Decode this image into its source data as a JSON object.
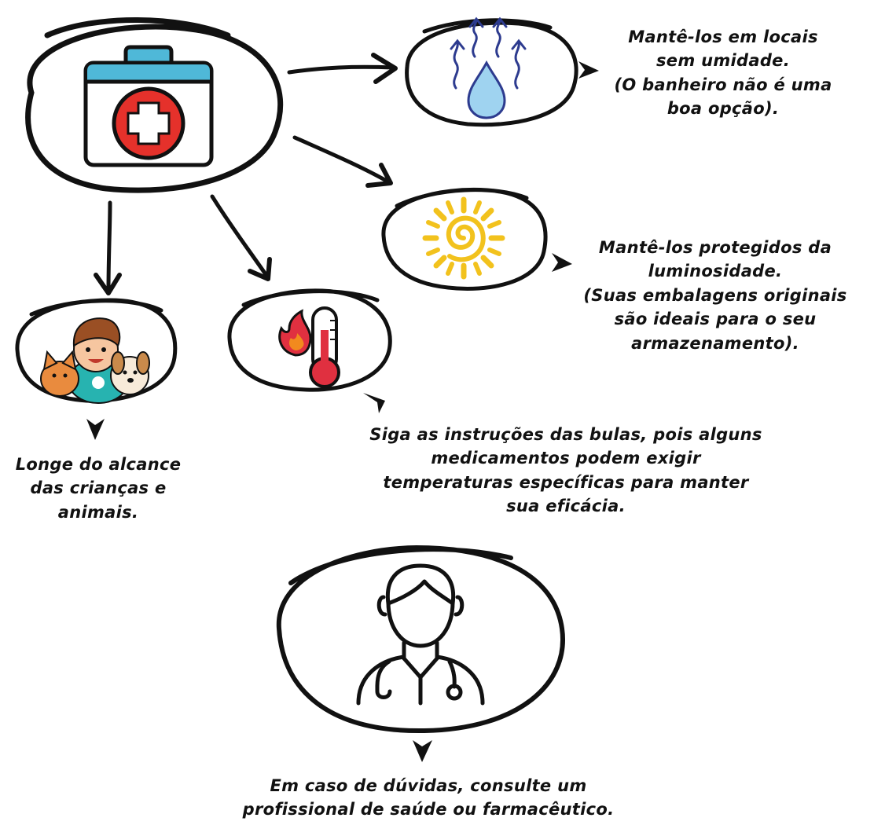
{
  "colors": {
    "ink": "#111111",
    "kit_lid": "#4fb8d8",
    "kit_cross_circle": "#e5312b",
    "water_drop": "#9fd3f0",
    "vapor_arrows": "#2d3b8f",
    "sun": "#f2c21d",
    "thermometer_red": "#e03040",
    "flame_orange": "#f28a1e"
  },
  "icons": {
    "hub": "first-aid-kit-icon",
    "humidity": "water-drop-vapor-icon",
    "light": "sun-icon",
    "children": "child-with-pets-icon",
    "temperature": "thermometer-flame-icon",
    "professional": "doctor-stethoscope-icon"
  },
  "captions": {
    "humidity": [
      "Mantê-los em locais",
      "sem umidade.",
      "(O banheiro não é uma",
      "boa opção)."
    ],
    "light": [
      "Mantê-los protegidos da",
      "luminosidade.",
      "(Suas embalagens originais",
      "são ideais para o seu",
      "armazenamento)."
    ],
    "children": [
      "Longe do alcance",
      "das crianças e",
      "animais."
    ],
    "temperature": [
      "Siga as instruções das bulas, pois alguns",
      "medicamentos podem exigir",
      "temperaturas específicas para manter",
      "sua eficácia."
    ],
    "professional": [
      "Em caso de dúvidas, consulte um",
      "profissional de saúde ou farmacêutico."
    ]
  }
}
